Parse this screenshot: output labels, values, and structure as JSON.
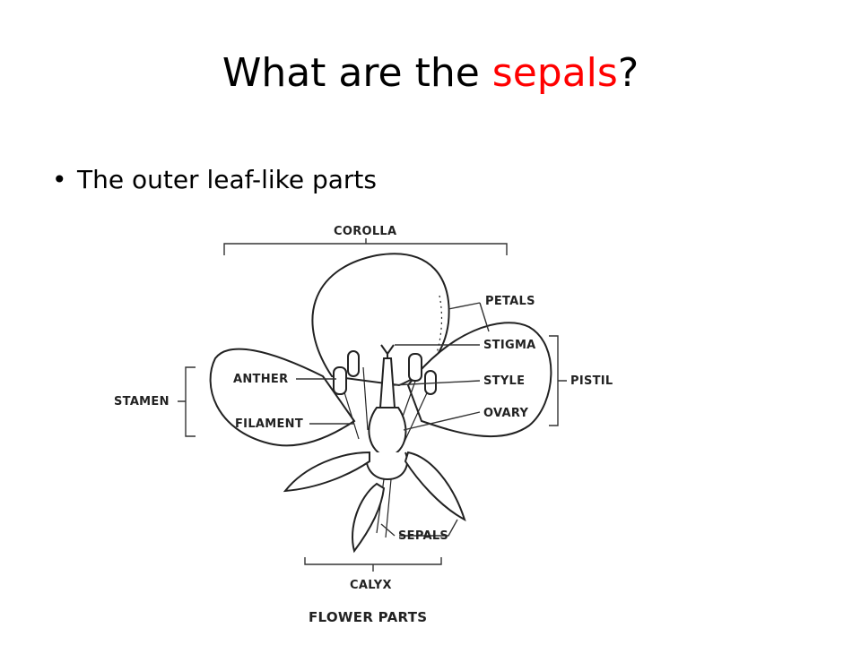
{
  "slide": {
    "title_prefix": "What are the ",
    "title_highlight": "sepals",
    "title_suffix": "?",
    "highlight_color": "#ff0000",
    "bullets": [
      "The outer leaf-like parts"
    ]
  },
  "diagram": {
    "labels": {
      "corolla": "COROLLA",
      "petals": "PETALS",
      "stigma": "STIGMA",
      "style": "STYLE",
      "ovary": "OVARY",
      "pistil": "PISTIL",
      "stamen": "STAMEN",
      "anther": "ANTHER",
      "filament": "FILAMENT",
      "sepals": "SEPALS",
      "calyx": "CALYX",
      "caption": "FLOWER PARTS"
    }
  }
}
